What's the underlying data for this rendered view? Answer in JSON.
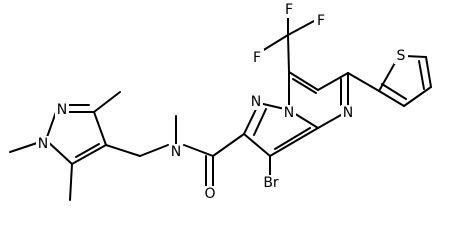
{
  "molecule": {
    "atoms": {
      "F1": "F",
      "F2": "F",
      "F3": "F",
      "N_pz_upper": "N",
      "N_pz_lower": "N",
      "N_bridge": "N",
      "N_pyrimidine": "N",
      "S_thiophene": "S",
      "N_amide": "N",
      "O_carbonyl": "O",
      "Br": "Br"
    },
    "colors": {
      "bond": "#000000",
      "label": "#000000",
      "background": "#ffffff"
    }
  }
}
